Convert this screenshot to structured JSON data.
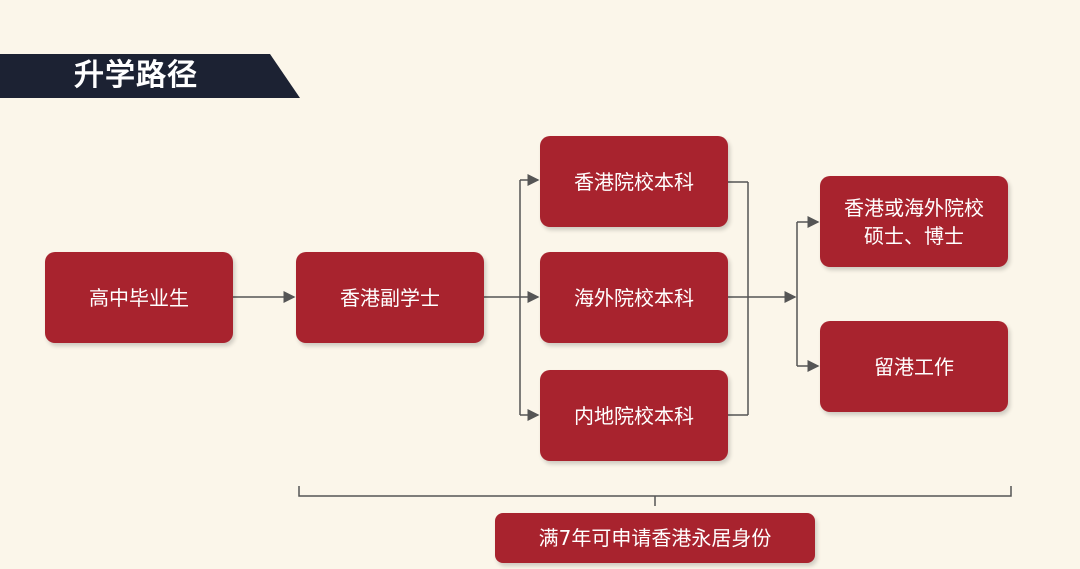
{
  "title": "升学路径",
  "nodes": {
    "grad": "高中毕业生",
    "associate": "香港副学士",
    "hk_ug": "香港院校本科",
    "overseas_ug": "海外院校本科",
    "mainland_ug": "内地院校本科",
    "postgrad_line1": "香港或海外院校",
    "postgrad_line2": "硕士、博士",
    "work": "留港工作",
    "residency": "满7年可申请香港永居身份"
  },
  "colors": {
    "box_fill": "#a8232e",
    "background": "#fbf6ea",
    "banner": "#1c2233",
    "connector": "#555555"
  }
}
